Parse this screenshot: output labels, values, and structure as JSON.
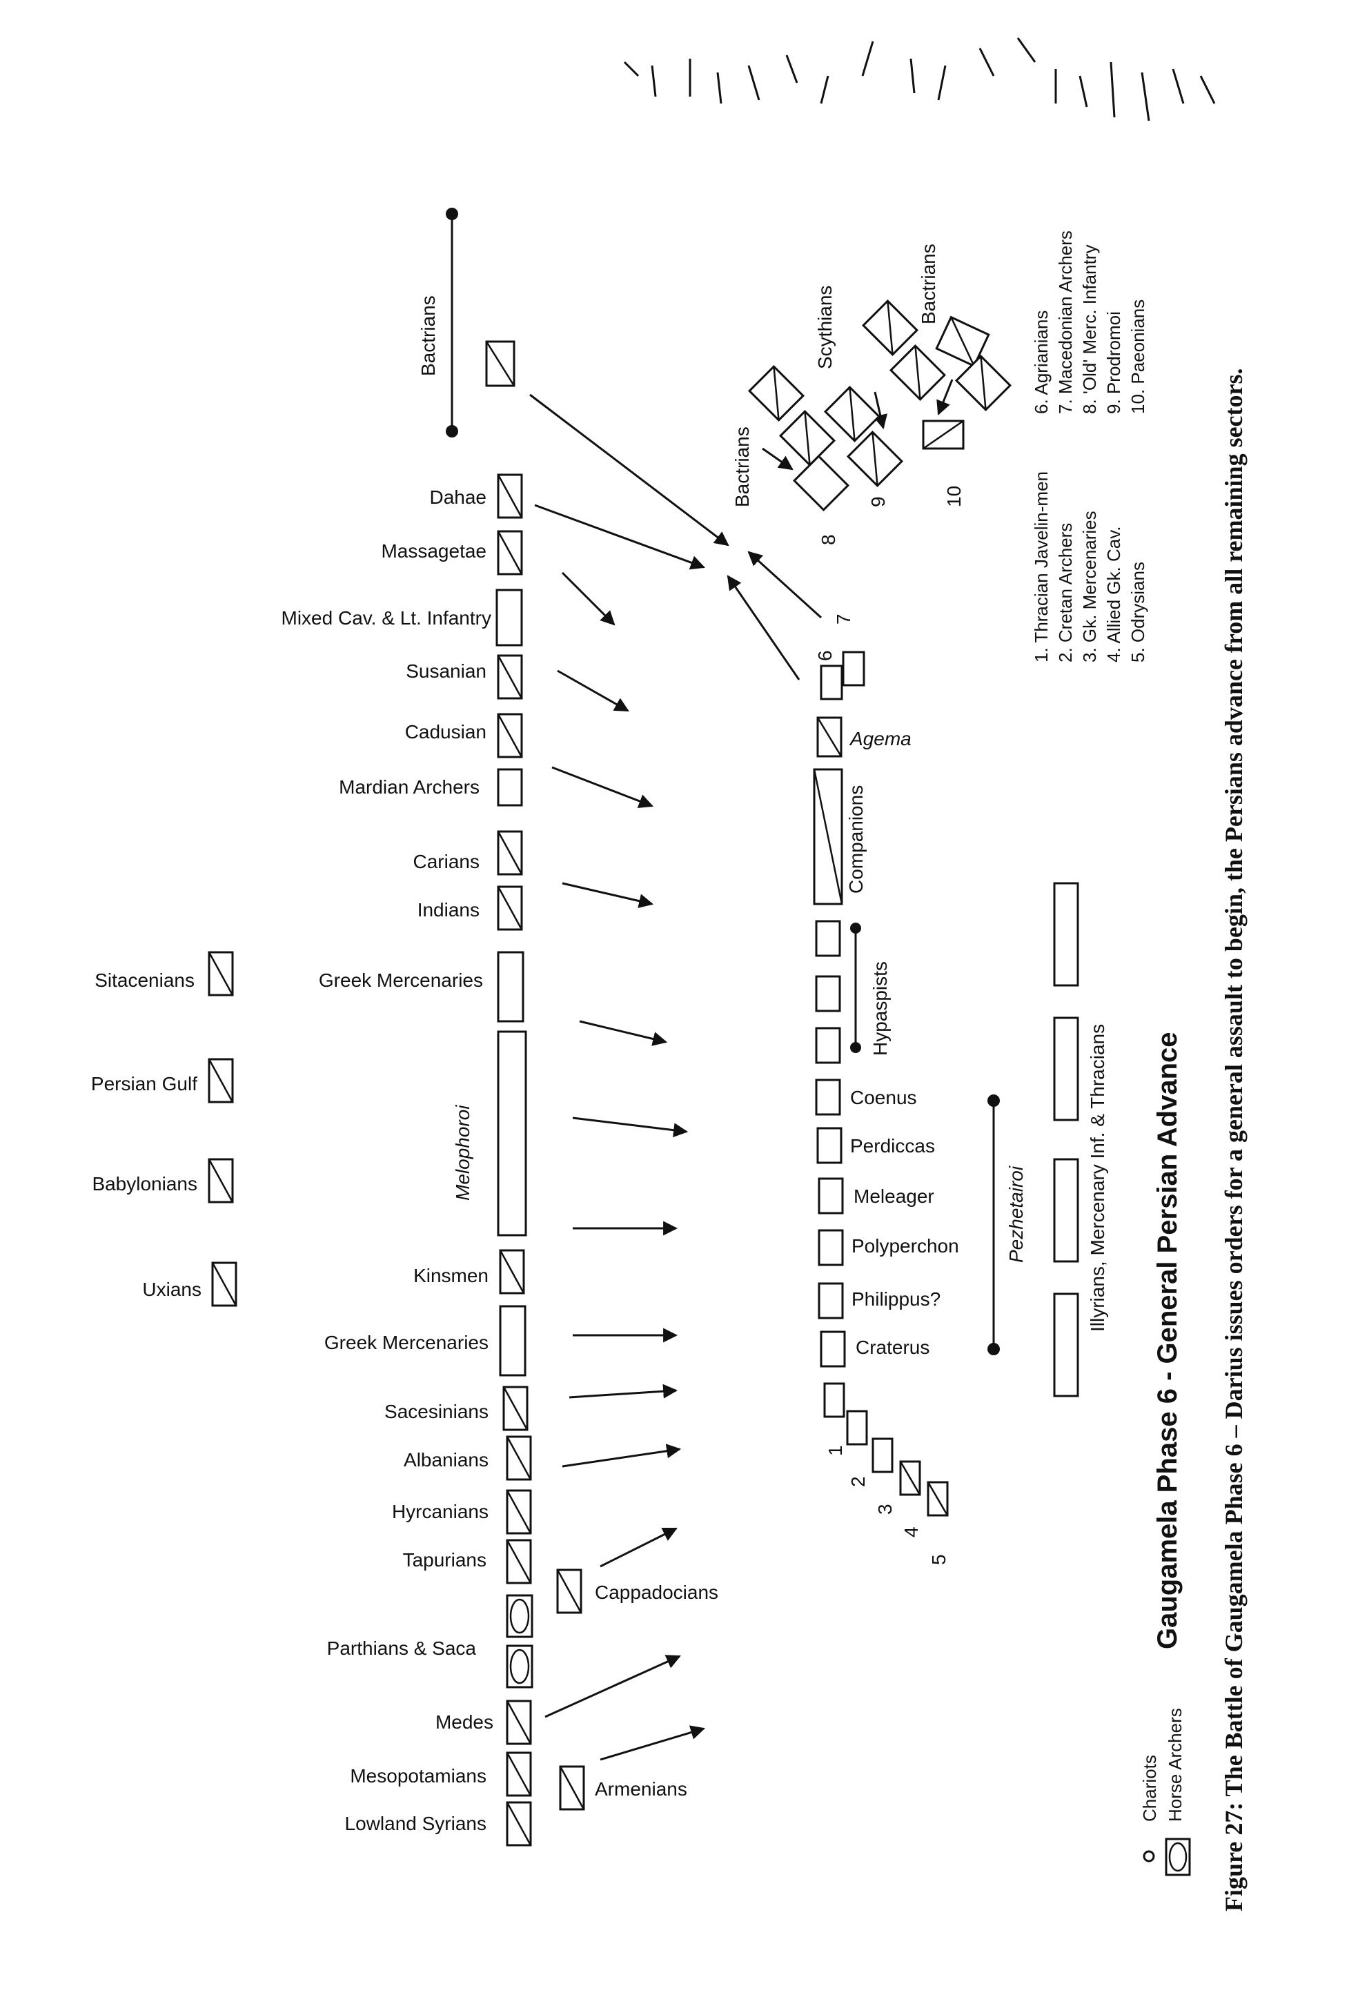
{
  "diagram": {
    "title": "Gaugamela Phase 6 - General Persian Advance",
    "caption": "Figure 27: The Battle of Gaugamela Phase 6 – Darius issues orders for a general assault to begin, the Persians advance from all remaining sectors."
  },
  "persian_rear": [
    "Sitacenians",
    "Persian Gulf",
    "Babylonians",
    "Uxians"
  ],
  "persian_front": {
    "bactrians": "Bactrians",
    "dahae": "Dahae",
    "massagetae": "Massagetae",
    "mixed": "Mixed Cav. & Lt. Infantry",
    "susanian": "Susanian",
    "cadusian": "Cadusian",
    "mardian": "Mardian Archers",
    "carians": "Carians",
    "indians": "Indians",
    "greek_merc_1": "Greek Mercenaries",
    "melophoroi": "Melophoroi",
    "kinsmen": "Kinsmen",
    "greek_merc_2": "Greek Mercenaries",
    "sacesinians": "Sacesinians",
    "albanians": "Albanians",
    "hyrcanians": "Hyrcanians",
    "tapurians": "Tapurians",
    "parthians": "Parthians & Saca",
    "medes": "Medes",
    "mesopotamians": "Mesopotamians",
    "lowland": "Lowland Syrians",
    "cappadocians": "Cappadocians",
    "armenians": "Armenians"
  },
  "macedonian": {
    "bactrians_left": "Bactrians",
    "scythians": "Scythians",
    "bactrians_right": "Bactrians",
    "num_6": "6",
    "num_7": "7",
    "num_8": "8",
    "num_9": "9",
    "num_10": "10",
    "agema": "Agema",
    "companions": "Companions",
    "hypaspists": "Hypaspists",
    "coenus": "Coenus",
    "perdiccas": "Perdiccas",
    "meleager": "Meleager",
    "polyperchon": "Polyperchon",
    "philippus": "Philippus?",
    "craterus": "Craterus",
    "pezhetairoi": "Pezhetairoi",
    "num_1": "1",
    "num_2": "2",
    "num_3": "3",
    "num_4": "4",
    "num_5": "5",
    "illyrians": "Illyrians, Mercenary Inf. & Thracians"
  },
  "key_left": [
    "1. Thracian Javelin-men",
    "2. Cretan Archers",
    "3. Gk. Mercenaries",
    "4. Allied Gk. Cav.",
    "5. Odrysians"
  ],
  "key_right": [
    "6. Agrianians",
    "7. Macedonian Archers",
    "8. 'Old' Merc. Infantry",
    "9. Prodromoi",
    "10. Paeonians"
  ],
  "legend": {
    "chariots": "Chariots",
    "horse_archers": "Horse Archers"
  }
}
